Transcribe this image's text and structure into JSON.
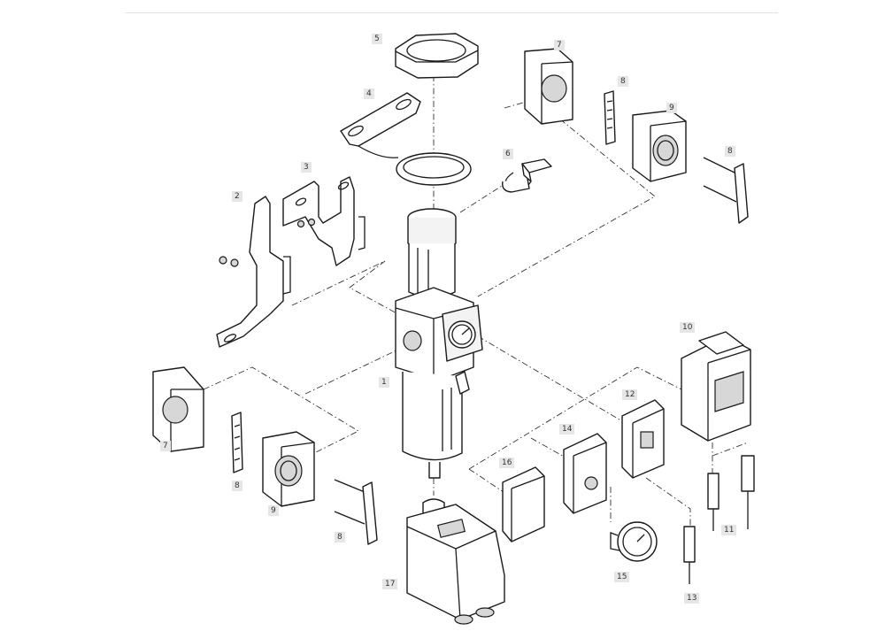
{
  "callouts": [
    {
      "id": "c1",
      "text": "1"
    },
    {
      "id": "c2",
      "text": "2"
    },
    {
      "id": "c3",
      "text": "3"
    },
    {
      "id": "c4",
      "text": "4"
    },
    {
      "id": "c5",
      "text": "5"
    },
    {
      "id": "c6",
      "text": "6"
    },
    {
      "id": "c7a",
      "text": "7"
    },
    {
      "id": "c7b",
      "text": "7"
    },
    {
      "id": "c8a",
      "text": "8"
    },
    {
      "id": "c8b",
      "text": "8"
    },
    {
      "id": "c8c",
      "text": "8"
    },
    {
      "id": "c8d",
      "text": "8"
    },
    {
      "id": "c9a",
      "text": "9"
    },
    {
      "id": "c9b",
      "text": "9"
    },
    {
      "id": "c10",
      "text": "10"
    },
    {
      "id": "c11",
      "text": "11"
    },
    {
      "id": "c12",
      "text": "12"
    },
    {
      "id": "c13",
      "text": "13"
    },
    {
      "id": "c14",
      "text": "14"
    },
    {
      "id": "c15",
      "text": "15"
    },
    {
      "id": "c16",
      "text": "16"
    },
    {
      "id": "c17",
      "text": "17"
    }
  ]
}
